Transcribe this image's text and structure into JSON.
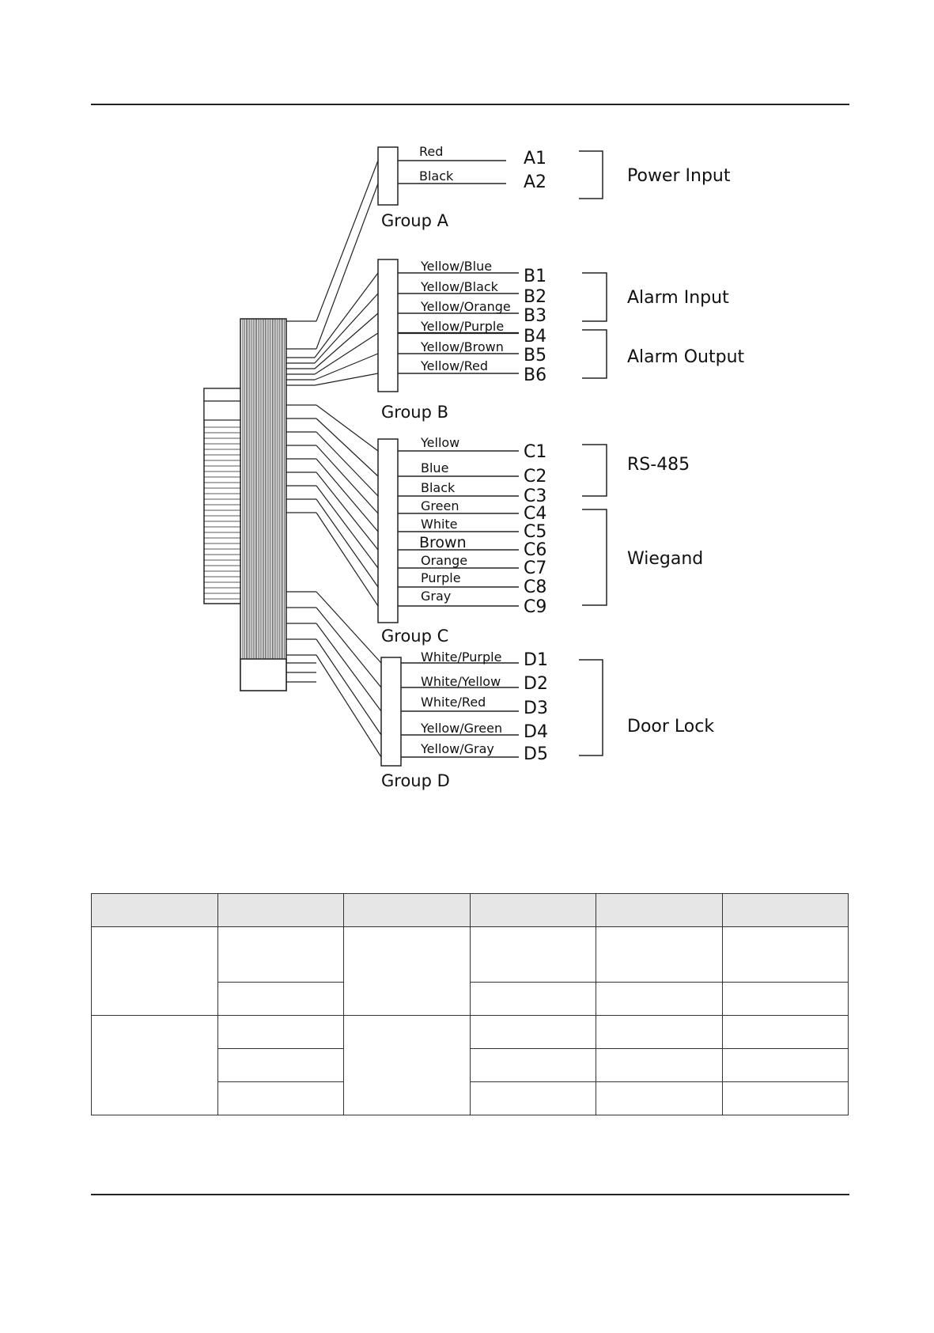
{
  "diagram": {
    "groups": [
      {
        "label": "Group A",
        "wires": [
          {
            "color": "Red",
            "pin": "A1"
          },
          {
            "color": "Black",
            "pin": "A2"
          }
        ]
      },
      {
        "label": "Group B",
        "wires": [
          {
            "color": "Yellow/Blue",
            "pin": "B1"
          },
          {
            "color": "Yellow/Black",
            "pin": "B2"
          },
          {
            "color": "Yellow/Orange",
            "pin": "B3"
          },
          {
            "color": "Yellow/Purple",
            "pin": "B4"
          },
          {
            "color": "Yellow/Brown",
            "pin": "B5"
          },
          {
            "color": "Yellow/Red",
            "pin": "B6"
          }
        ]
      },
      {
        "label": "Group C",
        "wires": [
          {
            "color": "Yellow",
            "pin": "C1"
          },
          {
            "color": "Blue",
            "pin": "C2"
          },
          {
            "color": "Black",
            "pin": "C3"
          },
          {
            "color": "Green",
            "pin": "C4"
          },
          {
            "color": "White",
            "pin": "C5"
          },
          {
            "color": "Brown",
            "pin": "C6"
          },
          {
            "color": "Orange",
            "pin": "C7"
          },
          {
            "color": "Purple",
            "pin": "C8"
          },
          {
            "color": "Gray",
            "pin": "C9"
          }
        ]
      },
      {
        "label": "Group D",
        "wires": [
          {
            "color": "White/Purple",
            "pin": "D1"
          },
          {
            "color": "White/Yellow",
            "pin": "D2"
          },
          {
            "color": "White/Red",
            "pin": "D3"
          },
          {
            "color": "Yellow/Green",
            "pin": "D4"
          },
          {
            "color": "Yellow/Gray",
            "pin": "D5"
          }
        ]
      }
    ],
    "functions": [
      "Power Input",
      "Alarm Input",
      "Alarm Output",
      "RS-485",
      "Wiegand",
      "Door Lock"
    ]
  },
  "table": {
    "columns": 6,
    "header": [
      "",
      "",
      "",
      "",
      "",
      ""
    ]
  }
}
